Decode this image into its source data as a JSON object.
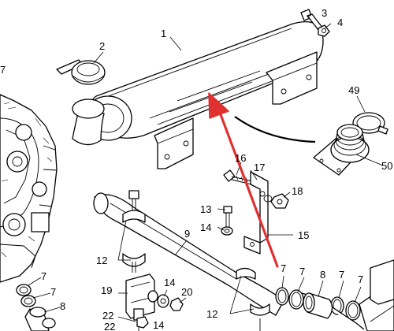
{
  "diagram": {
    "labels": [
      "1",
      "2",
      "3",
      "4",
      "49",
      "50",
      "16",
      "17",
      "18",
      "13",
      "14",
      "15",
      "9",
      "7",
      "7",
      "7",
      "7",
      "8",
      "7",
      "12",
      "19",
      "14",
      "20",
      "22",
      "12",
      "7",
      "7",
      "8",
      "14",
      "22"
    ],
    "callout_arrow_color": "#e03030"
  }
}
